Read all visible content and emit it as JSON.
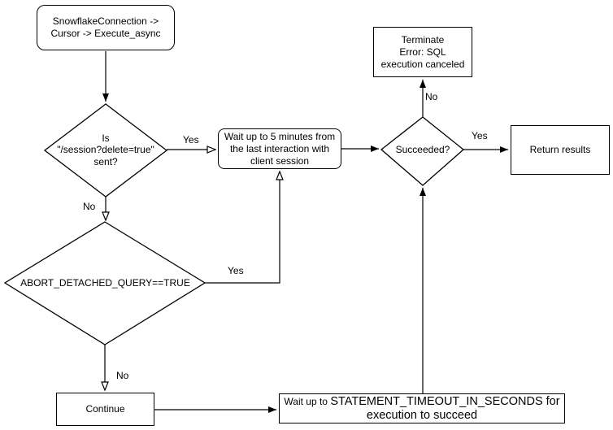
{
  "nodes": {
    "start": {
      "text": "SnowflakeConnection ->\nCursor -> Execute_async"
    },
    "session_delete_check": {
      "text": "Is\n\"/session?delete=true\"\nsent?"
    },
    "wait_5_minutes": {
      "text": "Wait up to 5 minutes from\nthe last interaction with\nclient session"
    },
    "abort_detached_query": {
      "text": "ABORT_DETACHED_QUERY==TRUE"
    },
    "continue": {
      "text": "Continue"
    },
    "wait_statement_timeout": {
      "prefix": "Wait up to ",
      "main": "STATEMENT_TIMEOUT_IN_SECONDS for execution to succeed"
    },
    "succeeded": {
      "text": "Succeeded?"
    },
    "terminate": {
      "text": "Terminate\nError: SQL\nexecution canceled"
    },
    "return_results": {
      "text": "Return results"
    }
  },
  "edge_labels": {
    "session_yes": "Yes",
    "session_no": "No",
    "abort_yes": "Yes",
    "abort_no": "No",
    "succeeded_yes": "Yes",
    "succeeded_no": "No"
  },
  "colors": {
    "stroke": "#000000",
    "background": "#ffffff",
    "text": "#000000"
  }
}
